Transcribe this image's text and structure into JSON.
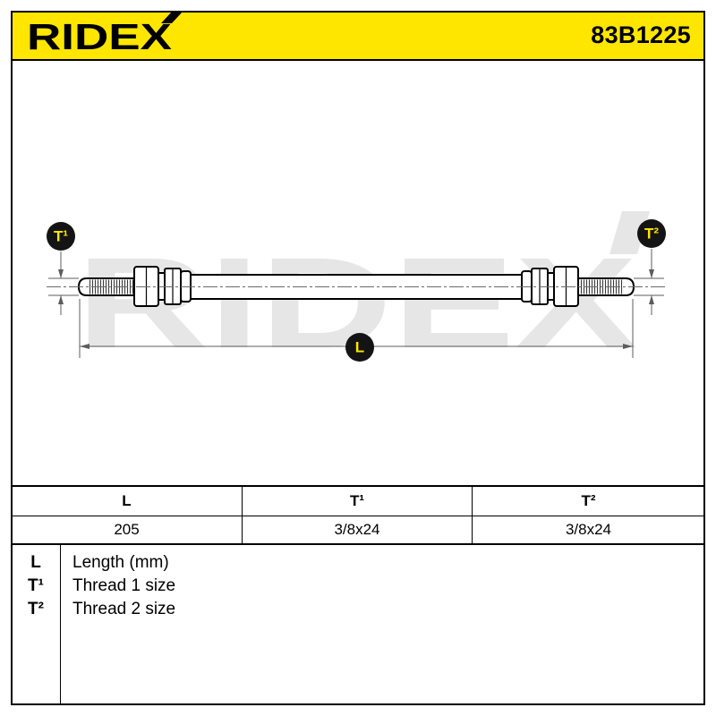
{
  "colors": {
    "accent": "#FFE600",
    "ink": "#000000",
    "dimension": "#5c5c5c",
    "watermark": "#e6e6e6",
    "badge_fill": "#141414",
    "badge_text": "#FFE600"
  },
  "header": {
    "logo_text": "RIDEX",
    "part_number": "83B1225"
  },
  "drawing": {
    "watermark_text": "RIDEX",
    "badges": {
      "thread_1": "T¹",
      "thread_2": "T²",
      "length": "L"
    }
  },
  "spec_table": {
    "columns": [
      "L",
      "T¹",
      "T²"
    ],
    "values": [
      "205",
      "3/8x24",
      "3/8x24"
    ]
  },
  "legend": [
    {
      "symbol": "L",
      "description": "Length (mm)"
    },
    {
      "symbol": "T¹",
      "description": "Thread 1 size"
    },
    {
      "symbol": "T²",
      "description": "Thread 2 size"
    }
  ]
}
